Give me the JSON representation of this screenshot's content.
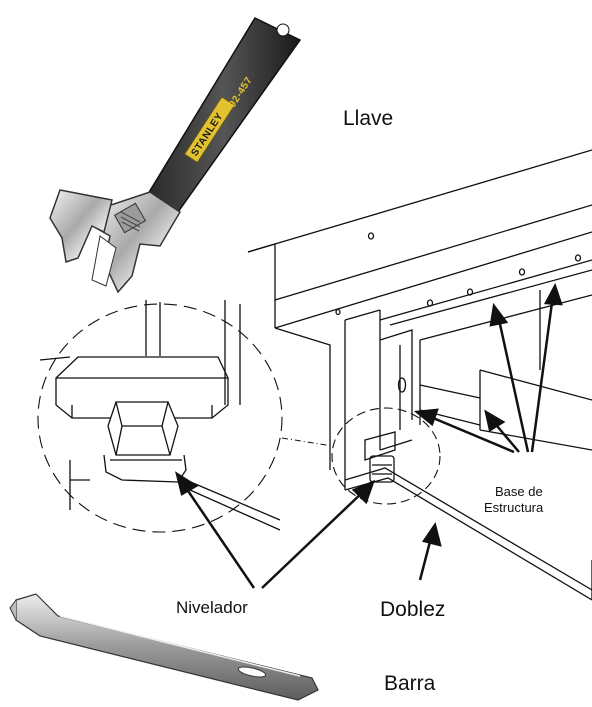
{
  "labels": {
    "llave": "Llave",
    "base_line1": "Base de",
    "base_line2": "Estructura",
    "nivelador": "Nivelador",
    "doblez": "Doblez",
    "barra": "Barra"
  },
  "wrench": {
    "brand": "STANLEY",
    "model": "92-457"
  }
}
